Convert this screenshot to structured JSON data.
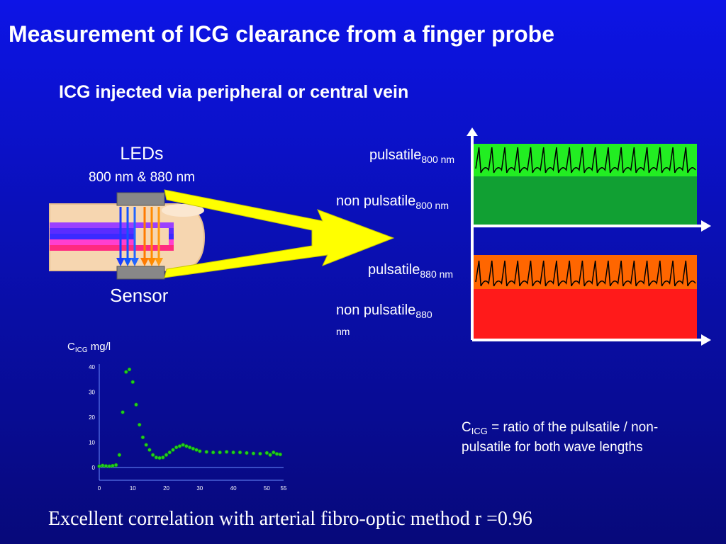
{
  "slide": {
    "title": "Measurement of ICG clearance from a finger probe",
    "subtitle": "ICG injected via peripheral or central vein"
  },
  "probe": {
    "leds_label": "LEDs",
    "leds_wavelengths": "800 nm & 880 nm",
    "sensor_label": "Sensor"
  },
  "signals": {
    "pulsatile_800": {
      "base": "pulsatile",
      "sub": "800 nm"
    },
    "non_pulsatile_800": {
      "base": "non pulsatile",
      "sub": "800 nm"
    },
    "pulsatile_880": {
      "base": "pulsatile",
      "sub": "880 nm"
    },
    "non_pulsatile_880": {
      "base": "non pulsatile",
      "sub": "880",
      "sub2": "nm"
    }
  },
  "colors": {
    "pulsatile_800": "#22ee22",
    "non_pulsatile_800": "#11a033",
    "pulsatile_880": "#ff6600",
    "non_pulsatile_880": "#ff1a1a",
    "arrow": "#ffff00",
    "curve": "#22cc22"
  },
  "note": {
    "c": "C",
    "c_sub": "ICG",
    "text": " = ratio of the pulsatile / non-pulsatile for both wave lengths"
  },
  "footer": "Excellent correlation with arterial fibro-optic method r =0.96",
  "chart_data": {
    "type": "scatter",
    "ylabel_base": "C",
    "ylabel_sub": "ICG",
    "ylabel_unit": " mg/l",
    "xlim": [
      0,
      55
    ],
    "ylim": [
      0,
      40
    ],
    "x_ticks": [
      "0",
      "10",
      "20",
      "30",
      "40",
      "50",
      "55"
    ],
    "y_ticks": [
      "0",
      "10",
      "20",
      "30",
      "40"
    ],
    "x": [
      0,
      1,
      2,
      3,
      4,
      5,
      6,
      7,
      8,
      9,
      10,
      11,
      12,
      13,
      14,
      15,
      16,
      17,
      18,
      19,
      20,
      21,
      22,
      23,
      24,
      25,
      26,
      27,
      28,
      29,
      30,
      32,
      34,
      36,
      38,
      40,
      42,
      44,
      46,
      48,
      50,
      51,
      52,
      53,
      54
    ],
    "y": [
      0.5,
      0.8,
      0.6,
      0.5,
      0.7,
      1,
      5,
      22,
      38,
      39,
      34,
      25,
      17,
      12,
      9,
      7,
      5,
      4,
      3.8,
      4,
      5,
      6,
      7,
      8,
      8.5,
      9,
      8.5,
      8,
      7.5,
      7,
      6.5,
      6.2,
      6,
      6,
      6.2,
      6,
      6,
      5.8,
      5.6,
      5.5,
      5.8,
      5,
      6,
      5.4,
      5.2
    ]
  }
}
